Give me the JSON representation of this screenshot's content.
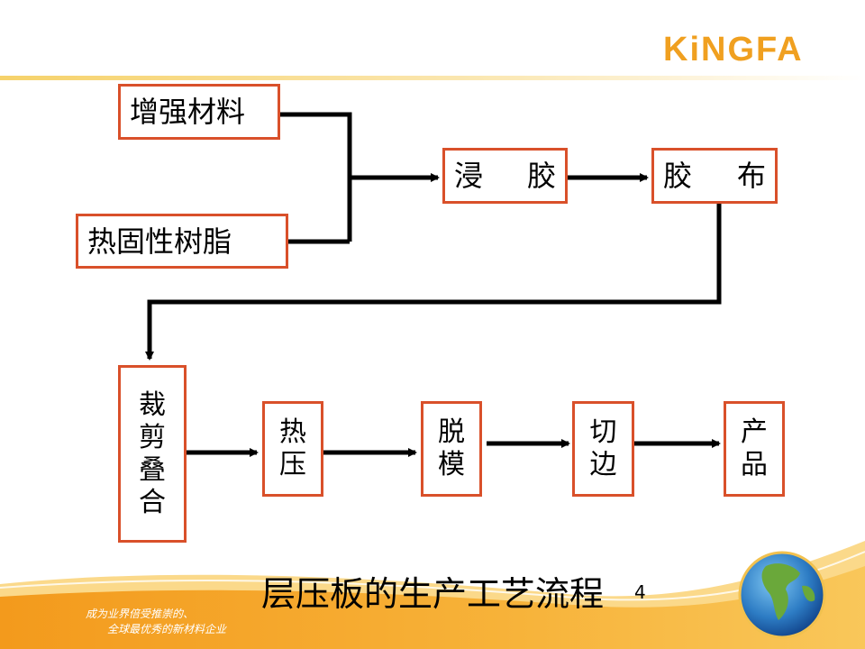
{
  "header": {
    "logo_text": "KiNGFA"
  },
  "flow": {
    "material_reinforce": "增强材料",
    "material_resin": "热固性树脂",
    "step_impregnate": [
      "浸",
      "胶"
    ],
    "step_prepreg": [
      "胶",
      "布"
    ],
    "step_cut_stack": [
      "裁",
      "剪",
      "叠",
      "合"
    ],
    "step_hot_press": [
      "热",
      "压"
    ],
    "step_demold": [
      "脱",
      "模"
    ],
    "step_trim": [
      "切",
      "边"
    ],
    "step_product": [
      "产",
      "品"
    ]
  },
  "footer": {
    "title": "层压板的生产工艺流程",
    "page_number": "4",
    "slogan_line1": "成为业界倍受推崇的、",
    "slogan_line2": "全球最优秀的新材料企业"
  },
  "colors": {
    "box_border": "#d9502a",
    "brand_orange": "#f0a020",
    "connector": "#000000"
  }
}
